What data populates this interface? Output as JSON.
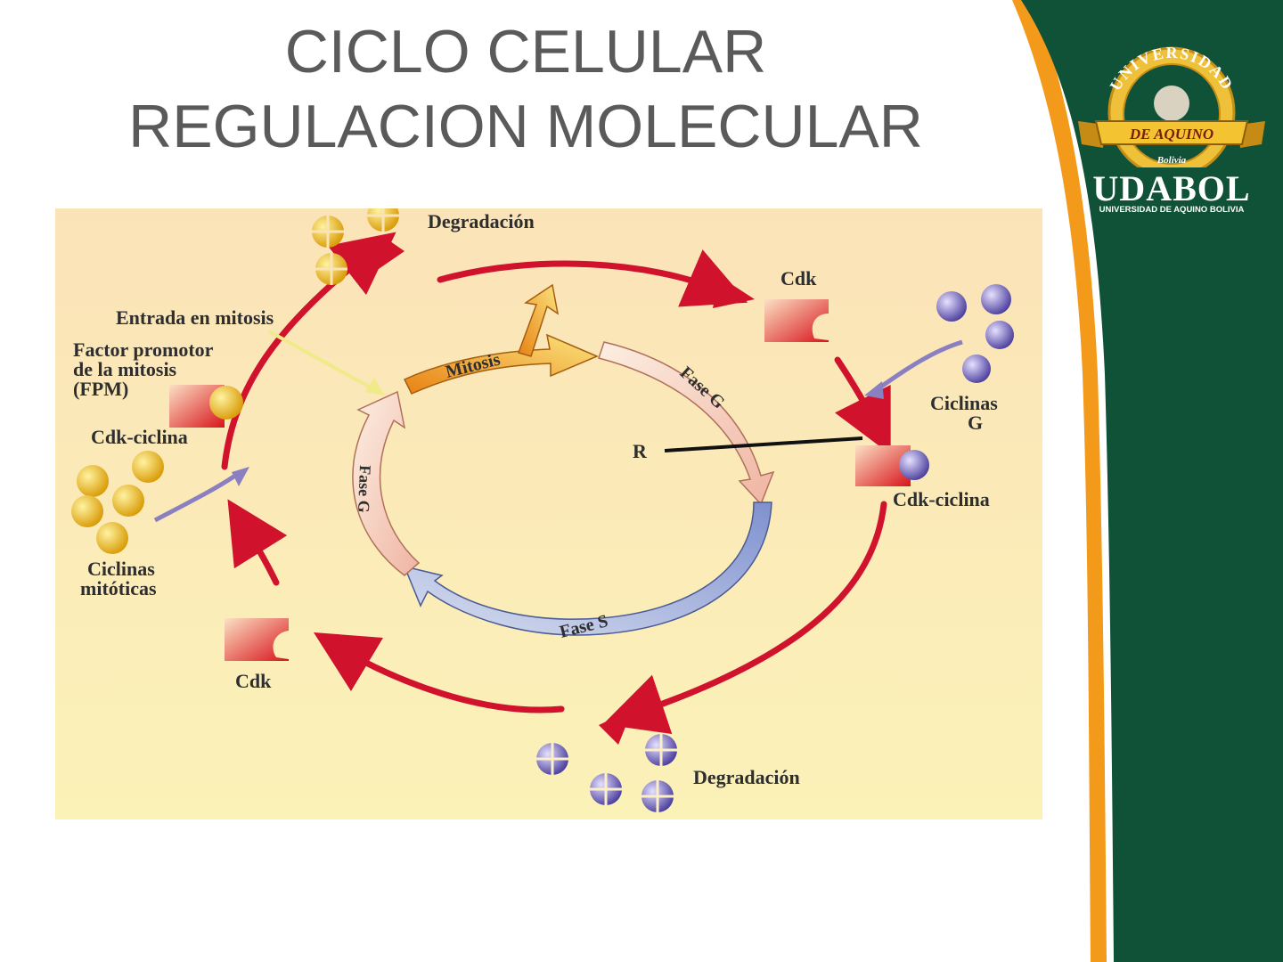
{
  "slide": {
    "title_line1": "CICLO CELULAR",
    "title_line2": "REGULACION  MOLECULAR"
  },
  "logo": {
    "arc_text": "UNIVERSIDAD",
    "ribbon_text": "DE AQUINO",
    "country": "Bolivia",
    "brand": "UDABOL",
    "subtitle": "UNIVERSIDAD DE AQUINO BOLIVIA"
  },
  "diagram": {
    "labels": {
      "degradacion_top": "Degradación",
      "cdk_top_right": "Cdk",
      "entrada_mitosis": "Entrada en mitosis",
      "fpm_line1": "Factor promotor",
      "fpm_line2": "de la mitosis",
      "fpm_line3": "(FPM)",
      "cdk_ciclina_left": "Cdk-ciclina",
      "ciclinas_g_line1": "Ciclinas",
      "ciclinas_g_line2": "G",
      "r_point": "R",
      "cdk_ciclina_right": "Cdk-ciclina",
      "ciclinas_mitoticas_line1": "Ciclinas",
      "ciclinas_mitoticas_line2": "mitóticas",
      "cdk_bottom_left": "Cdk",
      "degradacion_bottom": "Degradación"
    },
    "phases": {
      "mitosis": "Mitosis",
      "fase_g_right": "Fase G",
      "fase_s": "Fase S",
      "fase_g_left": "Fase G"
    },
    "colors": {
      "background_top": "#fbe3b8",
      "background_bottom": "#fbf1b9",
      "red_arrow": "#d0122c",
      "cyclin_yellow": "#f2b619",
      "cyclin_purple": "#6a5bb3",
      "mitosis_orange": "#f0a22e",
      "phase_g_pink": "#f6c9b9",
      "phase_s_blue": "#8ea0d8"
    }
  }
}
